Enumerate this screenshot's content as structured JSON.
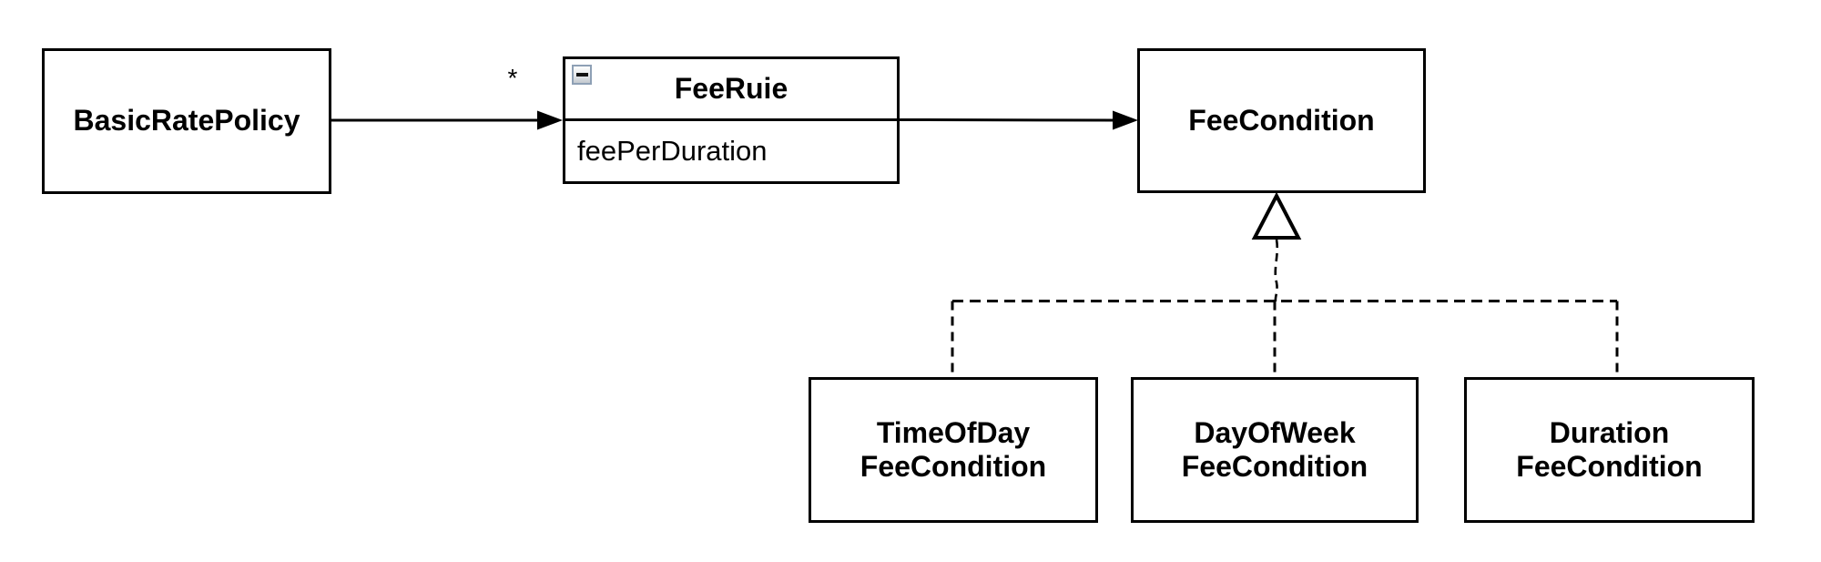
{
  "diagram": {
    "type": "uml-class-diagram",
    "classes": {
      "basic_rate_policy": {
        "name": "BasicRatePolicy"
      },
      "fee_rule": {
        "name": "FeeRuie",
        "attributes": [
          "feePerDuration"
        ],
        "collapse_icon": "minus-icon"
      },
      "fee_condition": {
        "name": "FeeCondition"
      },
      "time_of_day_fee_condition": {
        "label": "TimeOfDay\nFeeCondition"
      },
      "day_of_week_fee_condition": {
        "label": "DayOfWeek\nFeeCondition"
      },
      "duration_fee_condition": {
        "label": "Duration\nFeeCondition"
      }
    },
    "relationships": {
      "basic_rate_to_fee_rule": {
        "type": "directed-association",
        "from": "BasicRatePolicy",
        "to": "FeeRuie",
        "multiplicity": "*"
      },
      "fee_rule_to_fee_condition": {
        "type": "directed-association",
        "from": "FeeRuie",
        "to": "FeeCondition"
      },
      "generalization": {
        "type": "generalization",
        "parent": "FeeCondition",
        "children": [
          "TimeOfDayFeeCondition",
          "DayOfWeekFeeCondition",
          "DurationFeeCondition"
        ],
        "line_style": "dashed"
      }
    },
    "colors": {
      "background": "#ffffff",
      "box_fill": "#ffffff",
      "box_border": "#000000",
      "line": "#000000",
      "text": "#000000",
      "collapse_icon_border": "#8ea0b5",
      "collapse_icon_glyph": "#111111"
    }
  }
}
